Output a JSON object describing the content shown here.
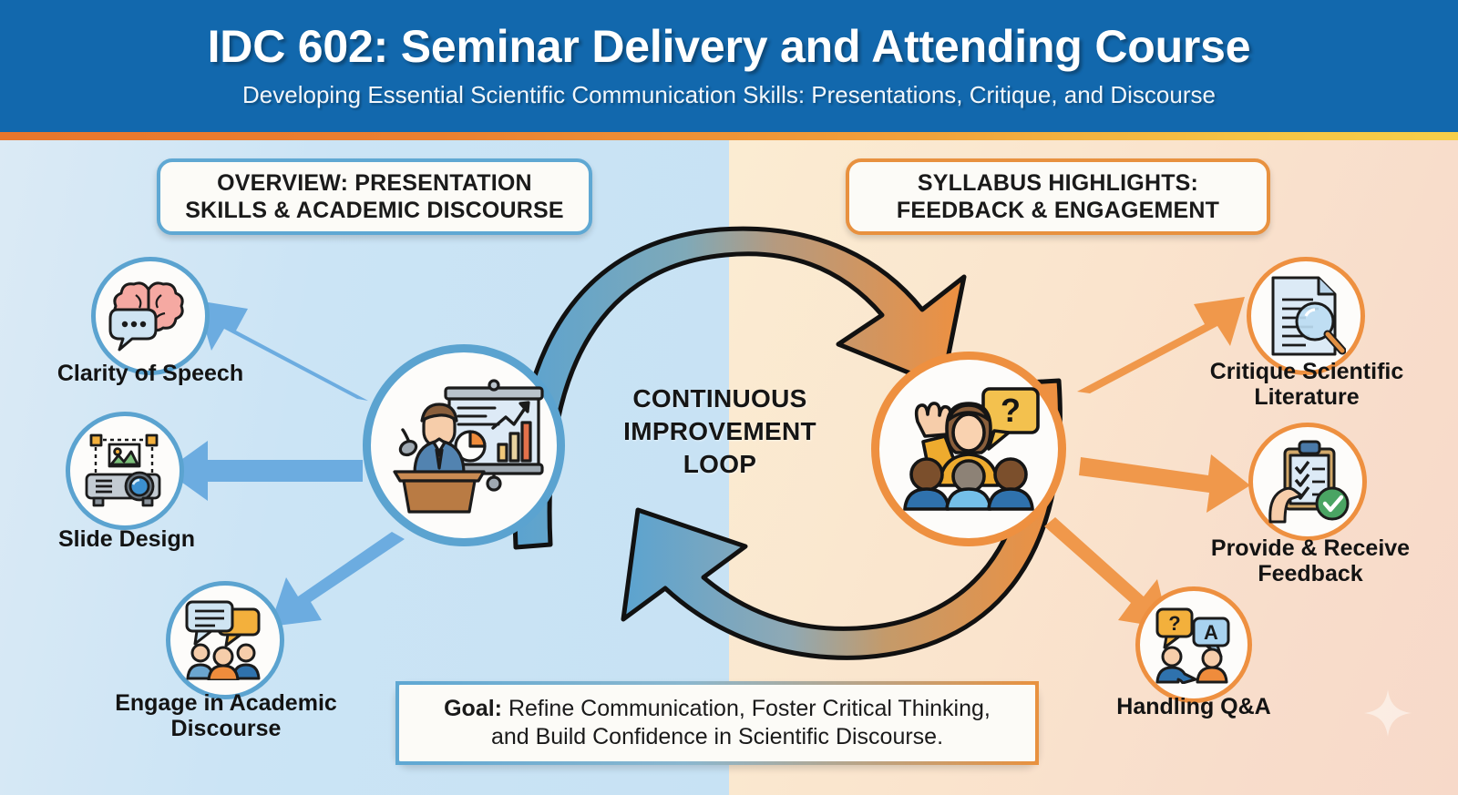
{
  "header": {
    "title": "IDC 602: Seminar Delivery and Attending Course",
    "subtitle": "Developing Essential Scientific Communication Skills: Presentations, Critique, and Discourse",
    "bar_color": "#1268ad",
    "accent_rule_from": "#e8762c",
    "accent_rule_to": "#f7cf49"
  },
  "theme": {
    "left_accent": "#5ba3d0",
    "right_accent": "#ee9040",
    "left_bg": "#cbe4f5",
    "right_bg": "#fae4cd",
    "text_dark": "#131313"
  },
  "left_panel": {
    "heading_line1": "OVERVIEW: PRESENTATION",
    "heading_line2": "SKILLS & ACADEMIC DISCOURSE",
    "hub_icon": "presenter-podium-chart-icon",
    "items": [
      {
        "label_line1": "Clarity of Speech",
        "label_line2": "",
        "icon": "brain-speech-bubble-icon"
      },
      {
        "label_line1": "Slide Design",
        "label_line2": "",
        "icon": "projector-image-icon"
      },
      {
        "label_line1": "Engage in Academic",
        "label_line2": "Discourse",
        "icon": "group-discussion-bubbles-icon"
      }
    ]
  },
  "right_panel": {
    "heading_line1": "SYLLABUS HIGHLIGHTS:",
    "heading_line2": "FEEDBACK & ENGAGEMENT",
    "hub_icon": "audience-raised-hand-question-icon",
    "items": [
      {
        "label_line1": "Critique Scientific",
        "label_line2": "Literature",
        "icon": "document-magnifier-icon"
      },
      {
        "label_line1": "Provide & Receive",
        "label_line2": "Feedback",
        "icon": "clipboard-checklist-check-icon"
      },
      {
        "label_line1": "Handling Q&A",
        "label_line2": "",
        "icon": "question-answer-people-icon"
      }
    ]
  },
  "center": {
    "loop_line1": "CONTINUOUS",
    "loop_line2": "IMPROVEMENT",
    "loop_line3": "LOOP"
  },
  "goal": {
    "prefix": "Goal:",
    "text_line1": " Refine Communication, Foster Critical Thinking,",
    "text_line2": "and Build Confidence in Scientific Discourse."
  }
}
